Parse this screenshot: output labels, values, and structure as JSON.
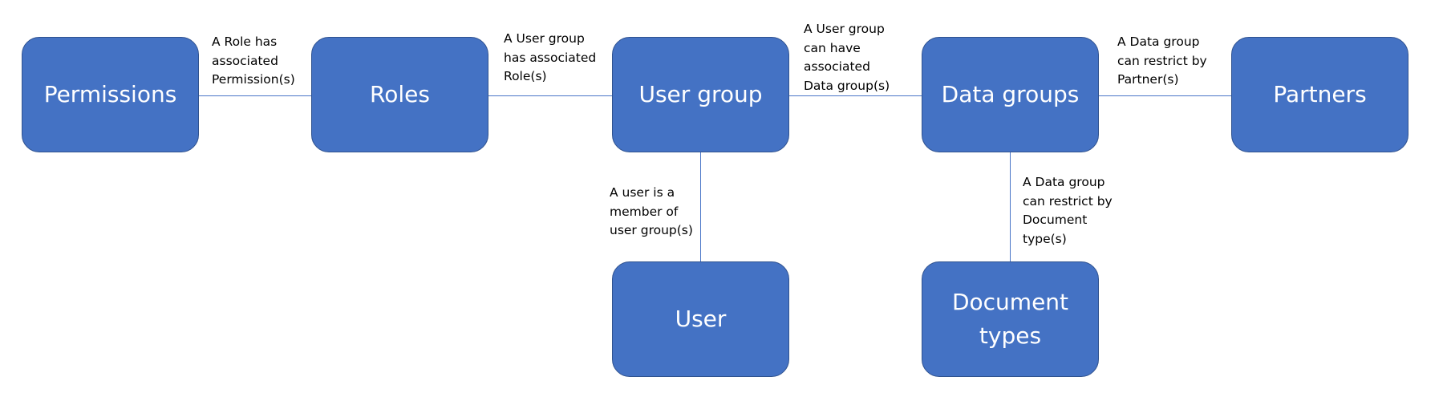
{
  "nodes": {
    "permissions": "Permissions",
    "roles": "Roles",
    "user_group": "User group",
    "data_groups": "Data groups",
    "partners": "Partners",
    "user": "User",
    "document_types": "Document\ntypes"
  },
  "edges": {
    "roles_permissions": [
      "A Role has",
      "associated",
      "Permission(s)"
    ],
    "usergroup_roles": [
      "A User group",
      "has associated",
      "Role(s)"
    ],
    "usergroup_datagroups": [
      "A User group",
      "can have",
      "associated",
      "Data group(s)"
    ],
    "datagroups_partners": [
      "A Data group",
      "can restrict by",
      "Partner(s)"
    ],
    "user_usergroup": [
      "A user is a",
      "member of",
      "user group(s)"
    ],
    "datagroups_documenttypes": [
      "A Data group",
      "can restrict by",
      "Document",
      "type(s)"
    ]
  },
  "colors": {
    "node_fill": "#4472c4",
    "node_border": "#2f528f",
    "connector": "#4a76c8",
    "node_text": "#ffffff",
    "label_text": "#000000"
  }
}
